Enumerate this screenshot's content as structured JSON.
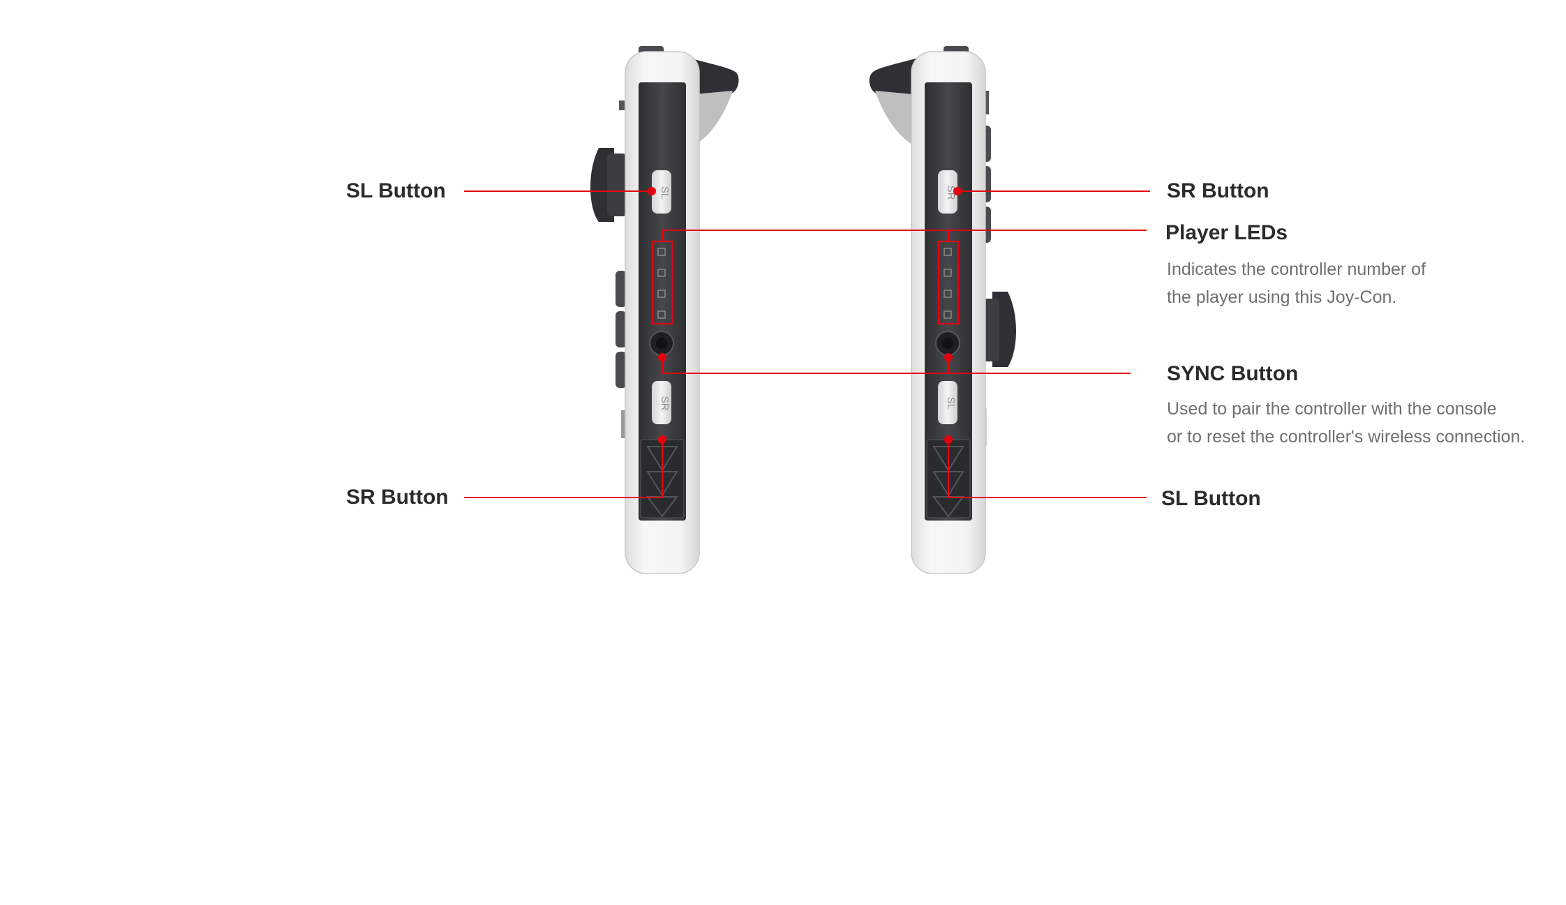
{
  "labels": {
    "left_sl": "SL Button",
    "left_sr": "SR Button",
    "right_sr": "SR Button",
    "right_sl": "SL Button",
    "player_leds": {
      "title": "Player LEDs",
      "desc_line1": "Indicates the controller number of",
      "desc_line2": "the player using this Joy-Con."
    },
    "sync": {
      "title": "SYNC Button",
      "desc_line1": "Used to pair the controller with the console",
      "desc_line2": "or to reset the controller's wireless connection."
    }
  },
  "rail_markings": {
    "left_top": "SL",
    "left_bottom": "SR",
    "right_top": "SR",
    "right_bottom": "SL"
  },
  "colors": {
    "callout": "#e4000f",
    "body_white": "#ededed",
    "rail_dark": "#3a3b3d",
    "stick_dark": "#2f3033"
  },
  "icons": {
    "player_led": "led-square-icon",
    "sync_button": "sync-button-icon",
    "release_latch": "chevron-down-icon"
  }
}
